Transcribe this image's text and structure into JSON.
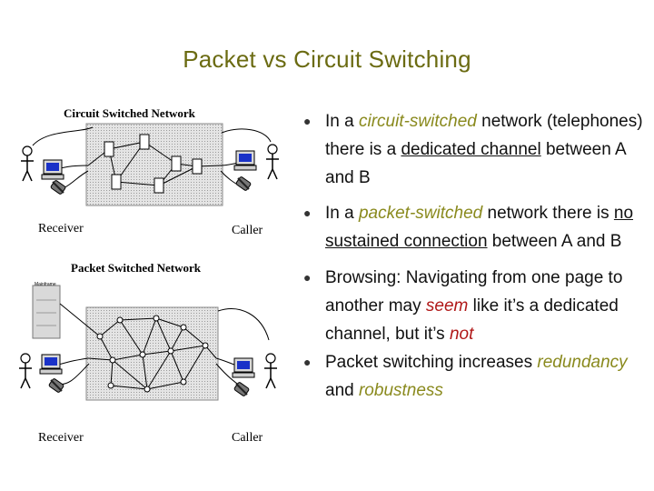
{
  "slide": {
    "title": "Packet vs Circuit Switching"
  },
  "figure": {
    "circuit_title": "Circuit Switched Network",
    "packet_title": "Packet Switched Network",
    "receiver_label": "Receiver",
    "caller_label": "Caller",
    "mainframe_label": "Mainframe"
  },
  "bullets": [
    {
      "parts": [
        {
          "text": "In a ",
          "style": "plain"
        },
        {
          "text": "circuit-switched",
          "style": "olive"
        },
        {
          "text": " network (telephones) there is a ",
          "style": "plain"
        },
        {
          "text": "dedicated channel",
          "style": "underline"
        },
        {
          "text": " between A and B",
          "style": "plain"
        }
      ]
    },
    {
      "parts": [
        {
          "text": "In a ",
          "style": "plain"
        },
        {
          "text": "packet-switched",
          "style": "olive"
        },
        {
          "text": " network there is ",
          "style": "plain"
        },
        {
          "text": "no sustained connection",
          "style": "underline"
        },
        {
          "text": " between A and B",
          "style": "plain"
        }
      ]
    },
    {
      "parts": [
        {
          "text": "Browsing: Navigating from one page to another may ",
          "style": "plain"
        },
        {
          "text": "seem",
          "style": "red"
        },
        {
          "text": " like it’s a dedicated channel, but it’s ",
          "style": "plain"
        },
        {
          "text": "not",
          "style": "red"
        }
      ]
    },
    {
      "parts": [
        {
          "text": "Packet switching increases ",
          "style": "plain"
        },
        {
          "text": "redundancy",
          "style": "olive"
        },
        {
          "text": " and ",
          "style": "plain"
        },
        {
          "text": "robustness",
          "style": "olive"
        }
      ]
    }
  ]
}
